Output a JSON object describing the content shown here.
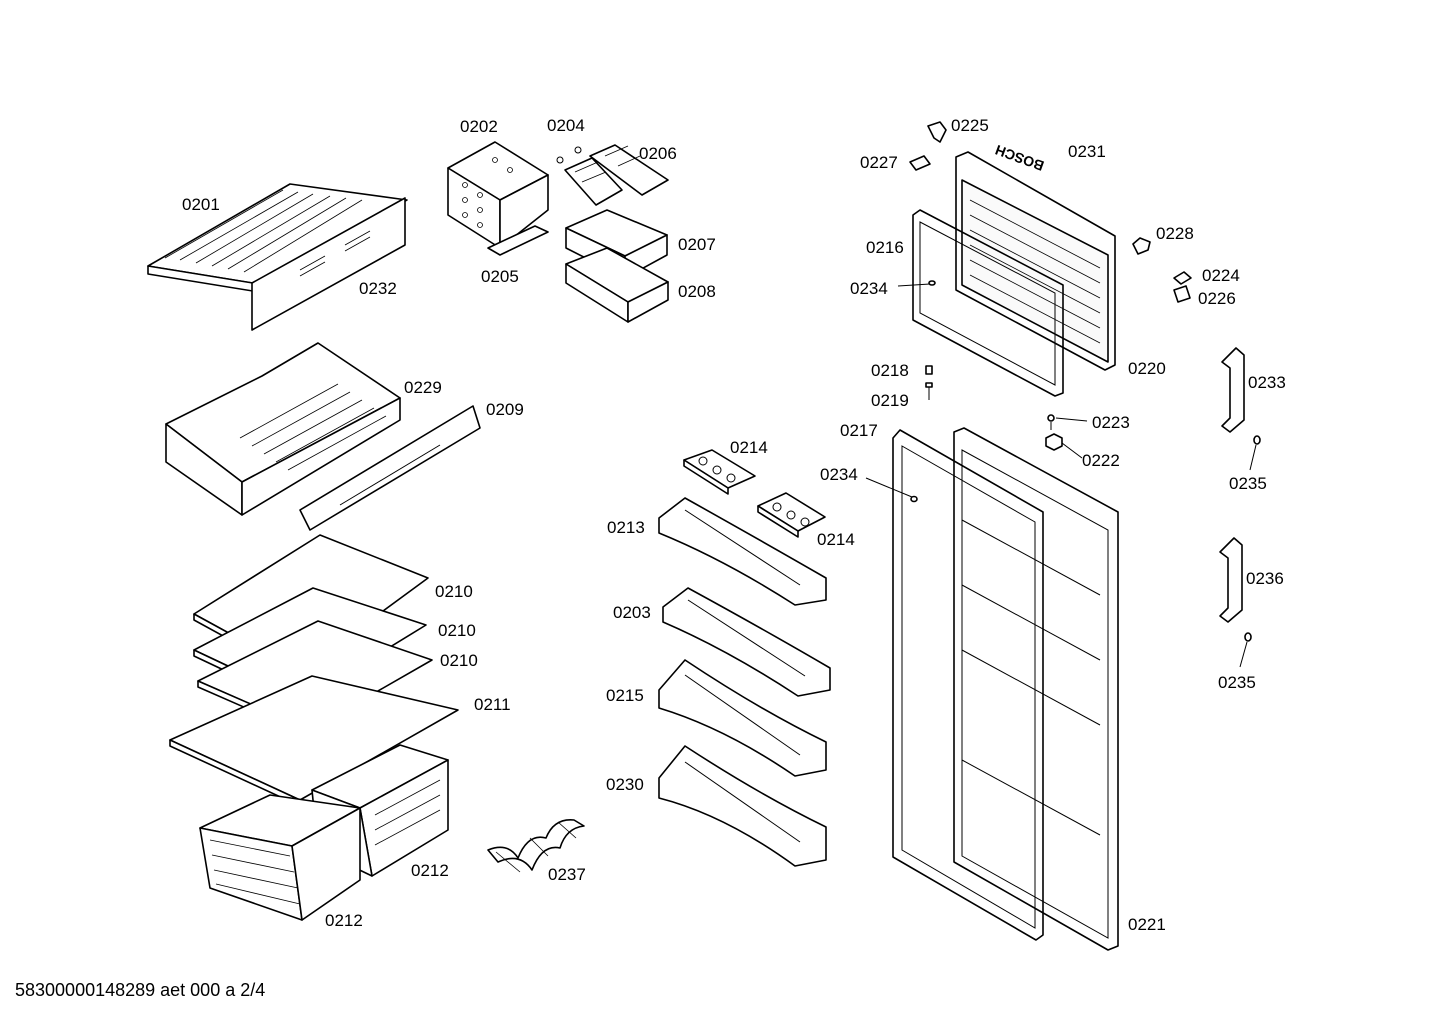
{
  "diagram": {
    "brand_mark": "BOSCH",
    "labels": {
      "l0201": "0201",
      "l0202": "0202",
      "l0204": "0204",
      "l0206": "0206",
      "l0207": "0207",
      "l0205": "0205",
      "l0208": "0208",
      "l0232": "0232",
      "l0229": "0229",
      "l0209": "0209",
      "l0210a": "0210",
      "l0210b": "0210",
      "l0210c": "0210",
      "l0211": "0211",
      "l0212a": "0212",
      "l0212b": "0212",
      "l0237": "0237",
      "l0214a": "0214",
      "l0214b": "0214",
      "l0213": "0213",
      "l0203": "0203",
      "l0215": "0215",
      "l0230": "0230",
      "l0225": "0225",
      "l0227": "0227",
      "l0231": "0231",
      "l0228": "0228",
      "l0216": "0216",
      "l0234a": "0234",
      "l0224": "0224",
      "l0226": "0226",
      "l0220": "0220",
      "l0218": "0218",
      "l0219": "0219",
      "l0217": "0217",
      "l0223": "0223",
      "l0222": "0222",
      "l0234b": "0234",
      "l0233": "0233",
      "l0235a": "0235",
      "l0236": "0236",
      "l0235b": "0235",
      "l0221": "0221"
    },
    "footer": "58300000148289 aet 000 a 2/4"
  }
}
